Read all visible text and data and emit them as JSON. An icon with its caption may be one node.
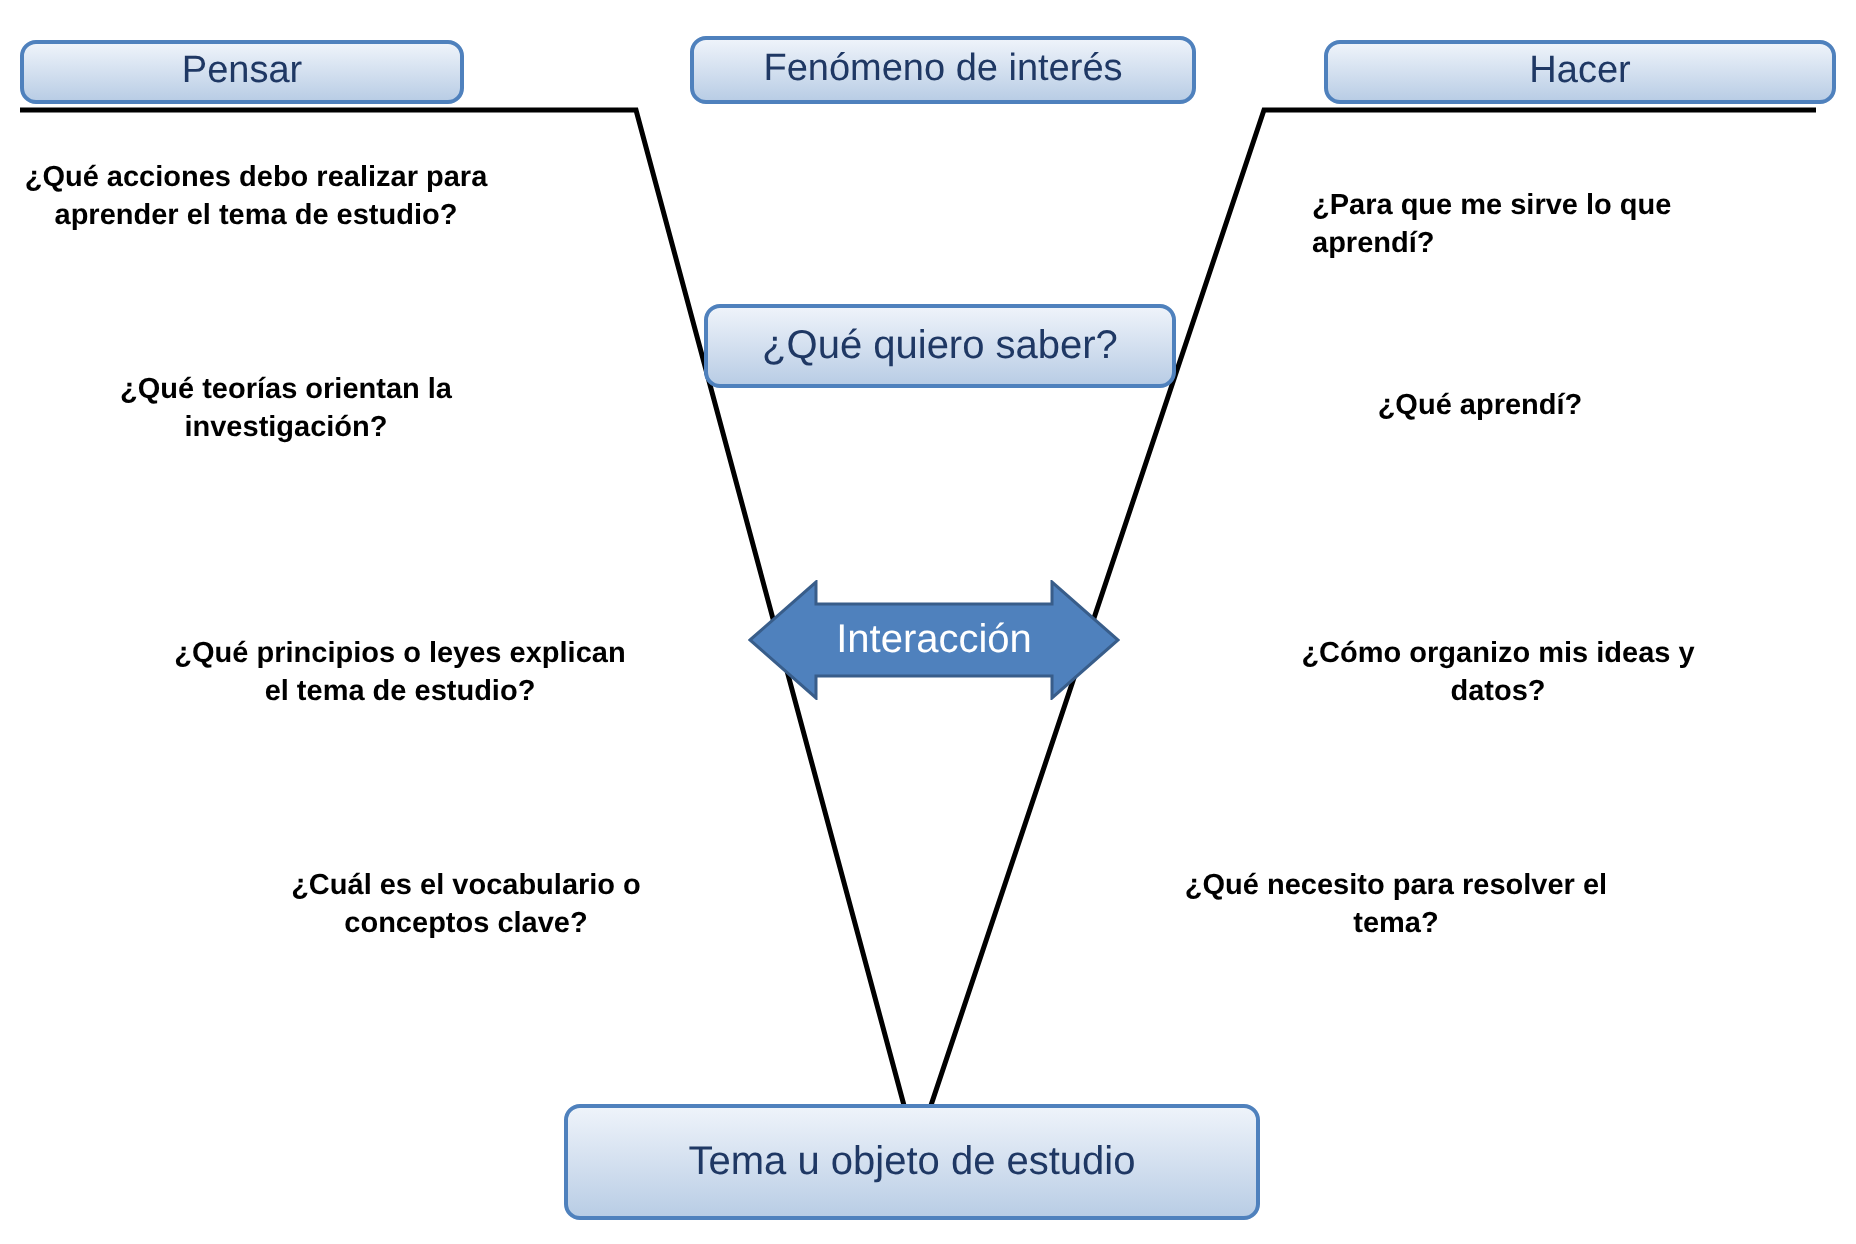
{
  "diagram": {
    "nodes": [
      {
        "text": [
          "Pensar"
        ]
      },
      {
        "text": [
          "Fenómeno de interés"
        ]
      },
      {
        "text": [
          "Hacer"
        ]
      },
      {
        "text": [
          "¿Qué quiero saber?"
        ]
      },
      {
        "text": [
          "Interacción"
        ]
      },
      {
        "text": [
          "Tema u objeto de estudio"
        ]
      }
    ],
    "labels": [
      "¿Qué acciones debo realizar para aprender el tema de estudio?",
      "¿Para que me sirve lo que aprendí?",
      "¿Qué teorías orientan la investigación?",
      "¿Qué aprendí?",
      "¿Qué principios o leyes explican el tema de estudio?",
      "¿Cómo organizo mis ideas y datos?",
      "¿Cuál es el vocabulario o conceptos clave?",
      "¿Qué necesito para resolver el tema?"
    ]
  }
}
